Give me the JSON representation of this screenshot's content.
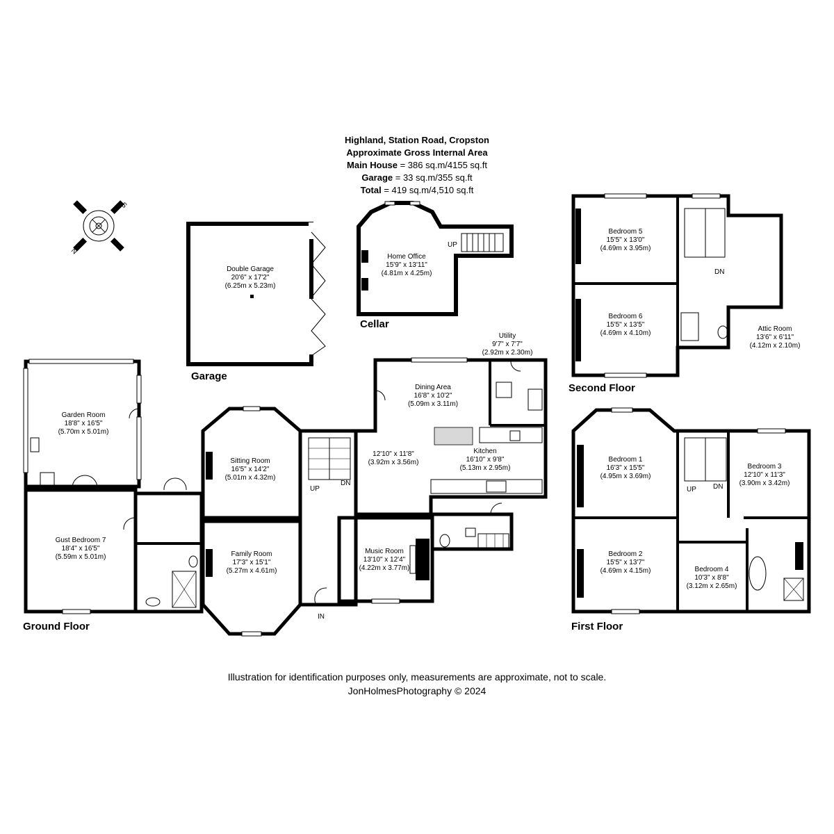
{
  "header": {
    "line1": "Highland, Station Road, Cropston",
    "line2": "Approximate Gross Internal Area",
    "main_house_label": "Main House",
    "main_house_value": " = 386 sq.m/4155 sq.ft",
    "garage_label": "Garage",
    "garage_value": " = 33 sq.m/355 sq.ft",
    "total_label": "Total",
    "total_value": " = 419 sq.m/4,510 sq.ft"
  },
  "compass": {
    "north": "N",
    "south": "S"
  },
  "floors": {
    "garage": "Garage",
    "cellar": "Cellar",
    "ground": "Ground Floor",
    "first": "First Floor",
    "second": "Second Floor"
  },
  "rooms": {
    "double_garage": [
      "Double Garage",
      "20'6\" x 17'2\"",
      "(6.25m x 5.23m)"
    ],
    "home_office": [
      "Home Office",
      "15'9\" x 13'11\"",
      "(4.81m x 4.25m)"
    ],
    "garden_room": [
      "Garden Room",
      "18'8\" x 16'5\"",
      "(5.70m x 5.01m)"
    ],
    "guest_bedroom_7": [
      "Gust Bedroom 7",
      "18'4\" x 16'5\"",
      "(5.59m x 5.01m)"
    ],
    "sitting_room": [
      "Sitting Room",
      "16'5\" x 14'2\"",
      "(5.01m x 4.32m)"
    ],
    "family_room": [
      "Family Room",
      "17'3\" x 15'1\"",
      "(5.27m x 4.61m)"
    ],
    "dining_area": [
      "Dining Area",
      "16'8\" x 10'2\"",
      "(5.09m x 3.11m)"
    ],
    "utility": [
      "Utility",
      "9'7\" x 7'7\"",
      "(2.92m x 2.30m)"
    ],
    "kitchen": [
      "Kitchen",
      "16'10\" x 9'8\"",
      "(5.13m x 2.95m)"
    ],
    "hall_area": [
      "12'10\" x 11'8\"",
      "(3.92m x 3.56m)"
    ],
    "music_room": [
      "Music Room",
      "13'10\" x 12'4\"",
      "(4.22m x 3.77m)"
    ],
    "bedroom_5": [
      "Bedroom 5",
      "15'5\" x 13'0\"",
      "(4.69m x 3.95m)"
    ],
    "bedroom_6": [
      "Bedroom 6",
      "15'5\" x 13'5\"",
      "(4.69m x 4.10m)"
    ],
    "attic_room": [
      "Attic Room",
      "13'6\" x 6'11\"",
      "(4.12m x 2.10m)"
    ],
    "bedroom_1": [
      "Bedroom 1",
      "16'3\" x 15'5\"",
      "(4.95m x 3.69m)"
    ],
    "bedroom_3": [
      "Bedroom 3",
      "12'10\" x 11'3\"",
      "(3.90m x 3.42m)"
    ],
    "bedroom_2": [
      "Bedroom 2",
      "15'5\" x 13'7\"",
      "(4.69m x 4.15m)"
    ],
    "bedroom_4": [
      "Bedroom 4",
      "10'3\" x 8'8\"",
      "(3.12m x 2.65m)"
    ]
  },
  "stair_tags": {
    "up": "UP",
    "dn": "DN",
    "in": "IN"
  },
  "footer": {
    "disclaimer": "Illustration for identification purposes only, measurements are approximate, not to scale.",
    "credit": "JonHolmesPhotography © 2024"
  }
}
